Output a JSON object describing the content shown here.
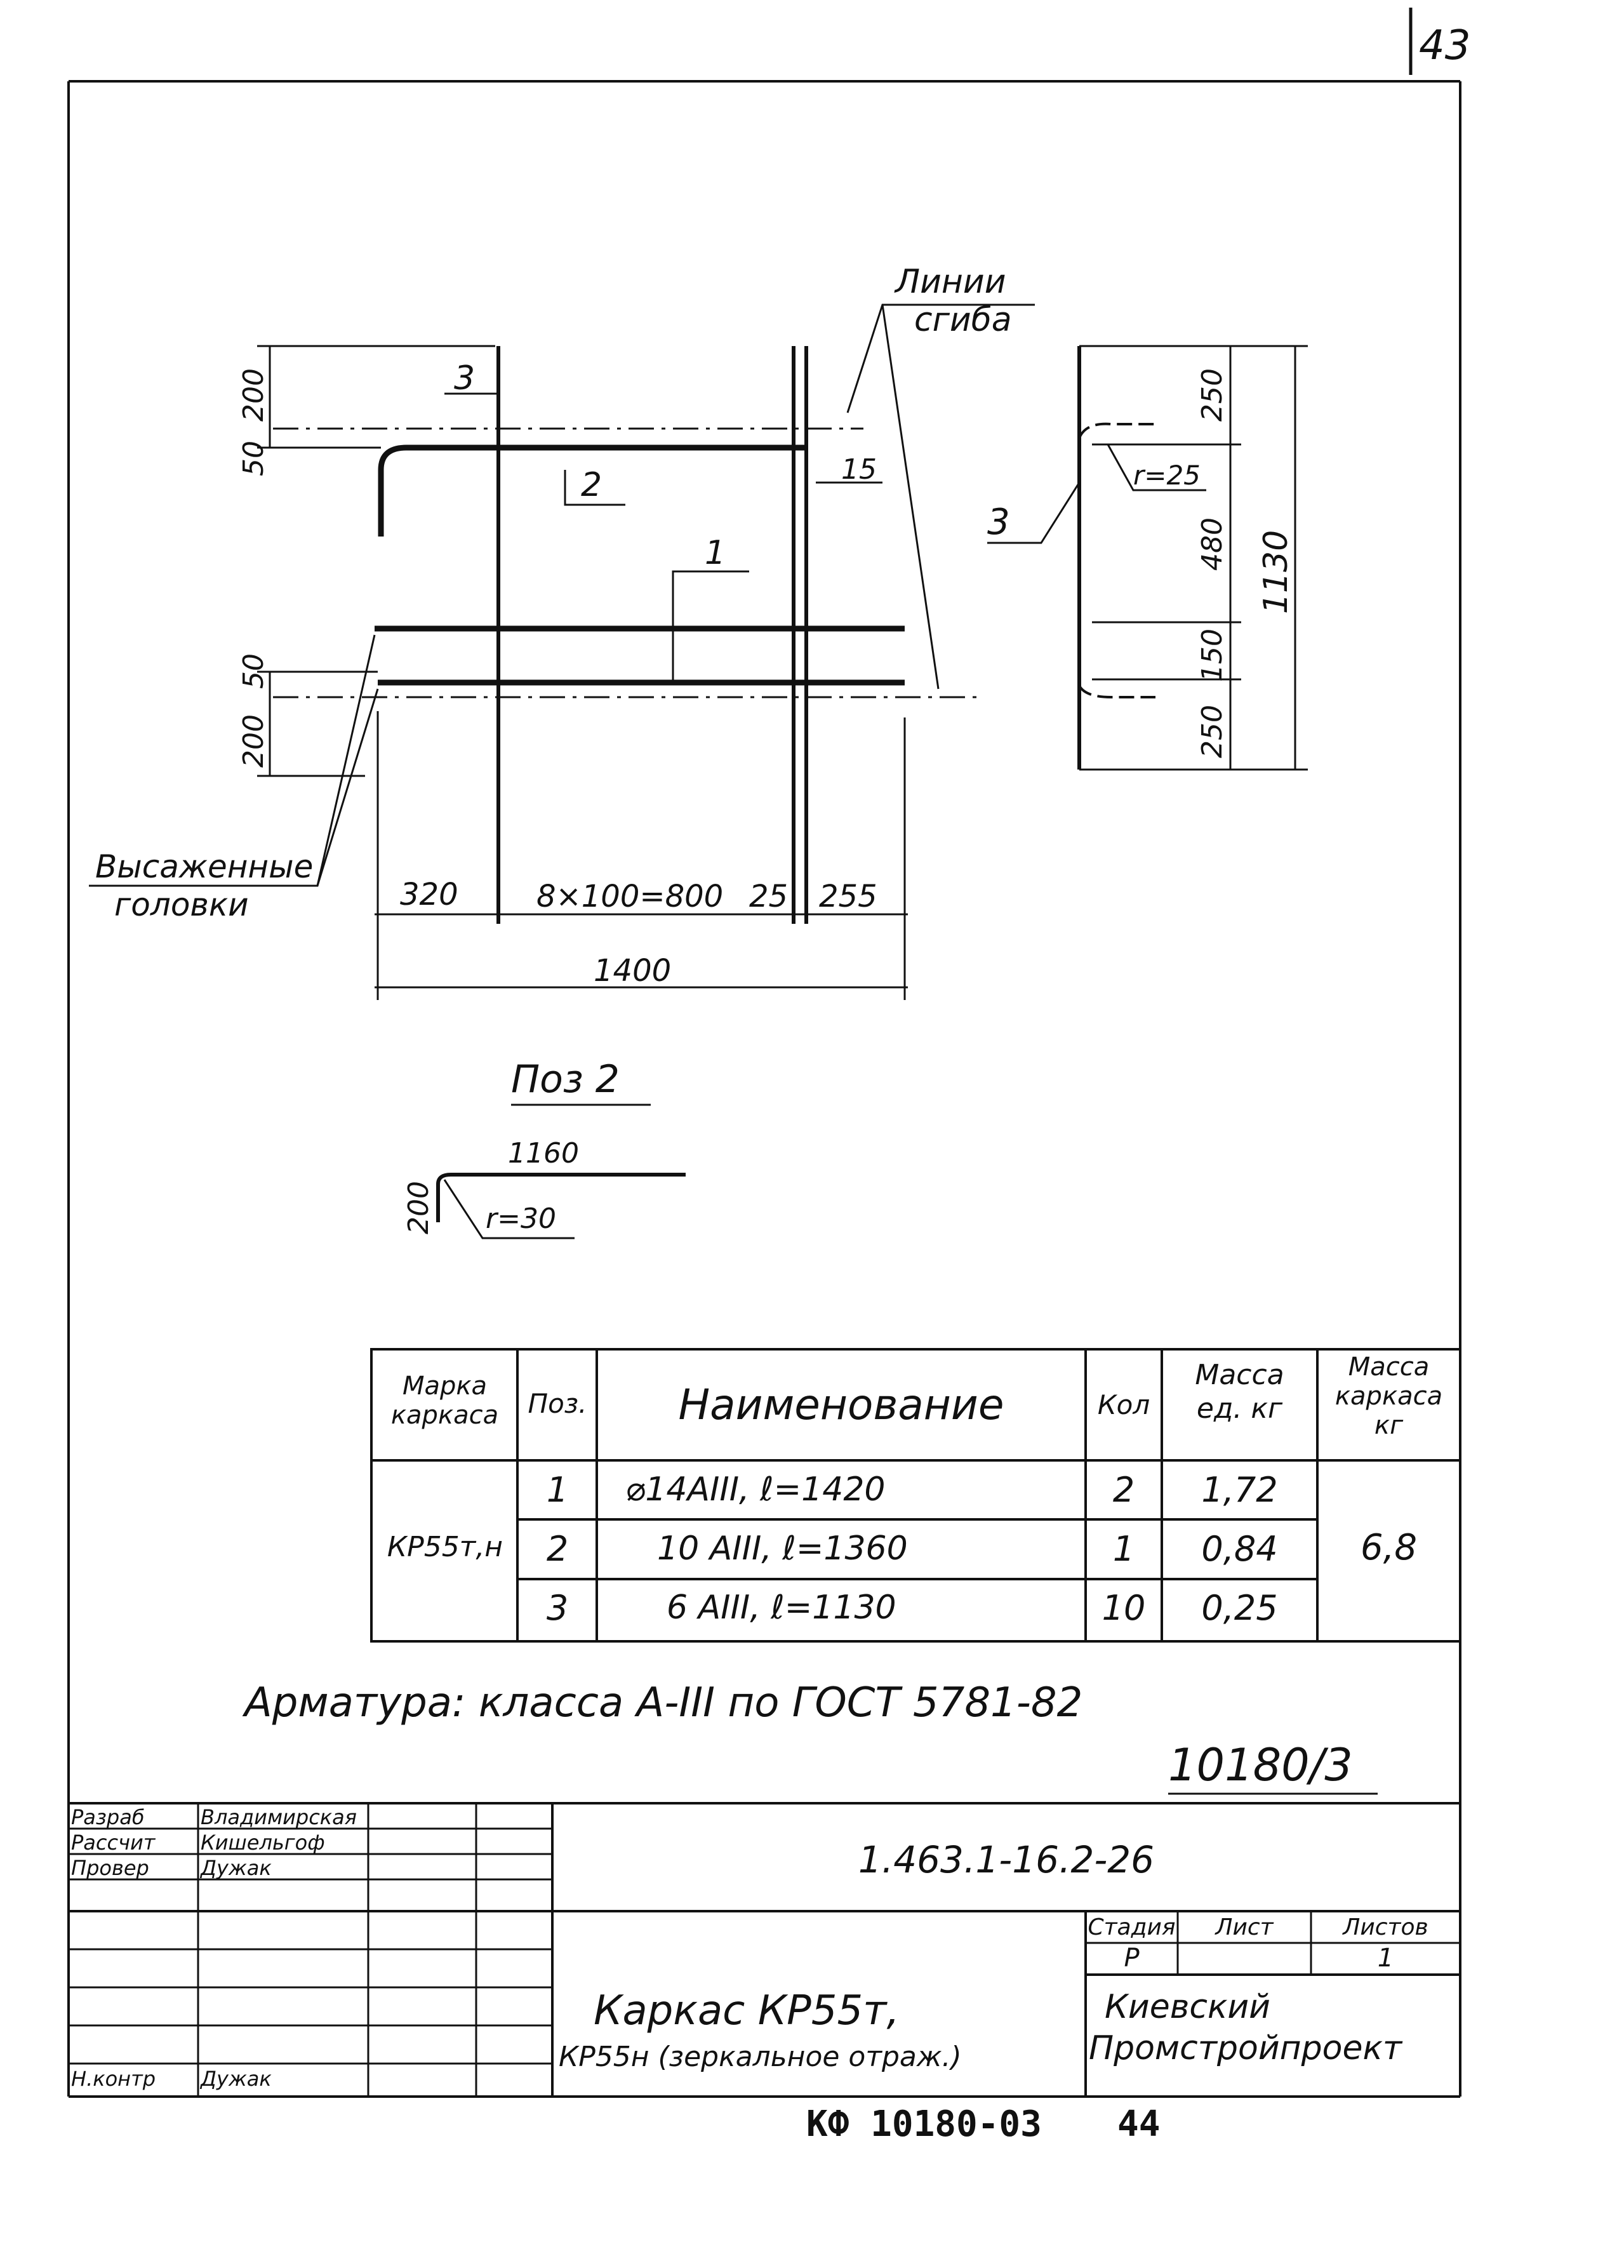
{
  "page_number_top": "43",
  "page_number_bottom": "44",
  "archive_code": "КФ 10180-03",
  "callouts": {
    "bend_lines": [
      "Линии",
      "сгиба"
    ],
    "upset_heads": [
      "Высаженные",
      "головки"
    ]
  },
  "main_view": {
    "pos_labels": [
      "1",
      "2",
      "3"
    ],
    "left_dims_top": [
      "200",
      "50"
    ],
    "left_dims_bottom": [
      "50",
      "200"
    ],
    "dim_15": "15",
    "bottom_dims": [
      "320",
      "8×100=800",
      "25",
      "255"
    ],
    "overall_length": "1400"
  },
  "side_view": {
    "pos_label": "3",
    "radius": "r=25",
    "dims": [
      "250",
      "480",
      "150",
      "250"
    ],
    "overall": "1130"
  },
  "pos2_detail": {
    "title": "Поз 2",
    "length": "1160",
    "height": "200",
    "radius": "r=30"
  },
  "spec_table": {
    "headers": [
      "Марка каркаса",
      "Поз.",
      "Наименование",
      "Кол",
      "Масса ед. кг",
      "Масса каркаса кг"
    ],
    "mark": "КР55т,н",
    "total_mass": "6,8",
    "rows": [
      {
        "pos": "1",
        "name": "⌀14AIII, ℓ=1420",
        "qty": "2",
        "mass": "1,72"
      },
      {
        "pos": "2",
        "name": "10 AIII, ℓ=1360",
        "qty": "1",
        "mass": "0,84"
      },
      {
        "pos": "3",
        "name": "6 AIII, ℓ=1130",
        "qty": "10",
        "mass": "0,25"
      }
    ]
  },
  "note": "Арматура: класса A-III по ГОСТ 5781-82",
  "sheet_ref": "10180/3",
  "title_block": {
    "signatures": [
      {
        "role": "Разраб",
        "name": "Владимирская"
      },
      {
        "role": "Рассчит",
        "name": "Кишельгоф"
      },
      {
        "role": "Провер",
        "name": "Дужак"
      },
      {
        "role": "Н.контр",
        "name": "Дужак"
      }
    ],
    "designation": "1.463.1-16.2-26",
    "title_line1": "Каркас КР55т,",
    "title_line2": "КР55н (зеркальное отраж.)",
    "stage_header": "Стадия",
    "sheet_header": "Лист",
    "sheets_header": "Листов",
    "stage_value": "Р",
    "sheets_value": "1",
    "organization_line1": "Киевский",
    "organization_line2": "Промстройпроект"
  }
}
